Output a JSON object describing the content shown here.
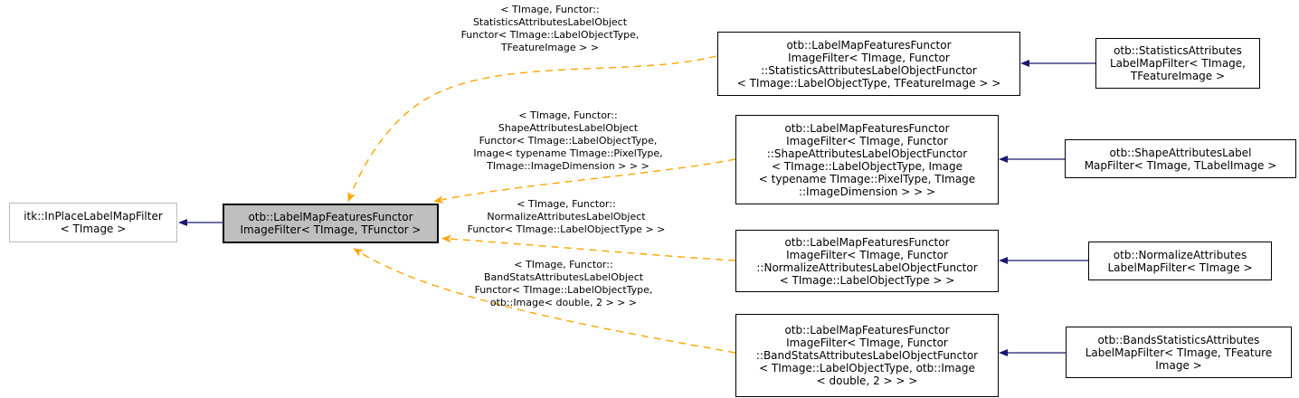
{
  "diagram": {
    "kind": "class-inheritance-graph",
    "nodes": {
      "itk_inplace": {
        "label": "itk::InPlaceLabelMapFilter\n< TImage >"
      },
      "main": {
        "label": "otb::LabelMapFeaturesFunctor\nImageFilter< TImage, TFunctor >"
      },
      "inst_statistics": {
        "label": "otb::LabelMapFeaturesFunctor\nImageFilter< TImage, Functor\n::StatisticsAttributesLabelObjectFunctor\n< TImage::LabelObjectType, TFeatureImage > >"
      },
      "inst_shape": {
        "label": "otb::LabelMapFeaturesFunctor\nImageFilter< TImage, Functor\n::ShapeAttributesLabelObjectFunctor\n< TImage::LabelObjectType, Image\n< typename TImage::PixelType, TImage\n::ImageDimension > > >"
      },
      "inst_normalize": {
        "label": "otb::LabelMapFeaturesFunctor\nImageFilter< TImage, Functor\n::NormalizeAttributesLabelObjectFunctor\n< TImage::LabelObjectType > >"
      },
      "inst_bandstats": {
        "label": "otb::LabelMapFeaturesFunctor\nImageFilter< TImage, Functor\n::BandStatsAttributesLabelObjectFunctor\n< TImage::LabelObjectType, otb::Image\n< double, 2 > > >"
      },
      "filter_statistics": {
        "label": "otb::StatisticsAttributes\nLabelMapFilter< TImage,\nTFeatureImage >"
      },
      "filter_shape": {
        "label": "otb::ShapeAttributesLabel\nMapFilter< TImage, TLabelImage >"
      },
      "filter_normalize": {
        "label": "otb::NormalizeAttributes\nLabelMapFilter< TImage >"
      },
      "filter_bandstats": {
        "label": "otb::BandsStatisticsAttributes\nLabelMapFilter< TImage, TFeature\nImage >"
      }
    },
    "edge_labels": {
      "statistics": "< TImage, Functor::\nStatisticsAttributesLabelObject\nFunctor< TImage::LabelObjectType,\nTFeatureImage > >",
      "shape": "< TImage, Functor::\nShapeAttributesLabelObject\nFunctor< TImage::LabelObjectType,\nImage< typename TImage::PixelType,\nTImage::ImageDimension > > >",
      "normalize": "< TImage, Functor::\nNormalizeAttributesLabelObject\nFunctor< TImage::LabelObjectType > >",
      "bandstats": "< TImage, Functor::\nBandStatsAttributesLabelObject\nFunctor< TImage::LabelObjectType,\notb::Image< double, 2 > > >"
    },
    "colors": {
      "edge_template": "#ffa500",
      "edge_inherit": "#191970",
      "node_fill": "#bfbfbf",
      "node_border": "#000000",
      "external_border": "#bbbbbb",
      "canvas_bg": "#ffffff",
      "text": "#000000"
    }
  }
}
